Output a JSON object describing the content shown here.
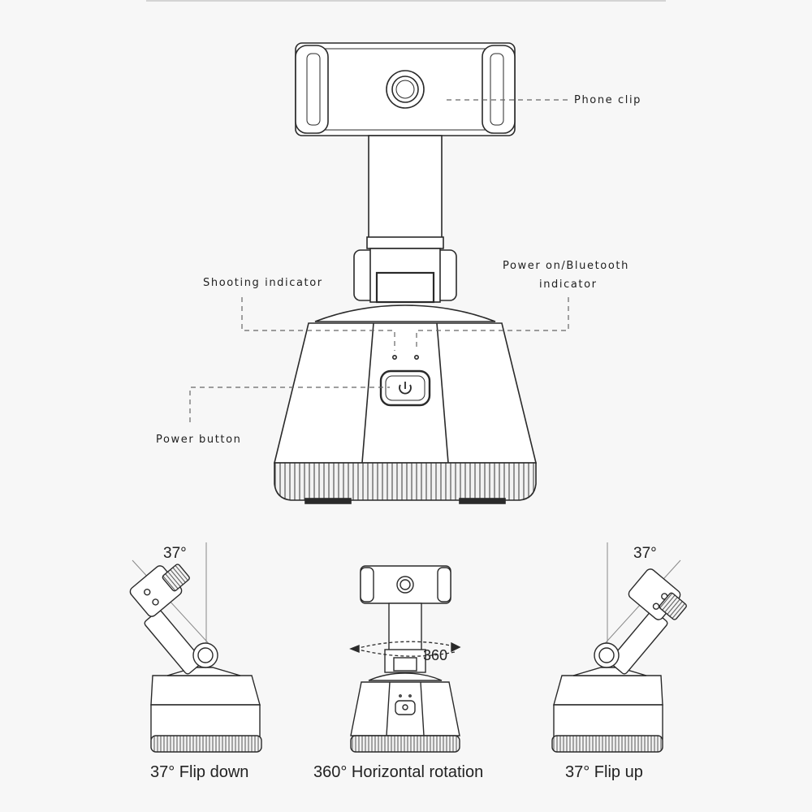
{
  "callouts": {
    "phone_clip": "Phone clip",
    "shooting_indicator": "Shooting indicator",
    "power_bluetooth_line1": "Power on/Bluetooth",
    "power_bluetooth_line2": "indicator",
    "power_button": "Power button"
  },
  "views": {
    "flip_down": {
      "angle": "37°",
      "caption": "37° Flip down"
    },
    "rotation": {
      "angle": "360",
      "caption": "360° Horizontal rotation"
    },
    "flip_up": {
      "angle": "37°",
      "caption": "37° Flip up"
    }
  }
}
